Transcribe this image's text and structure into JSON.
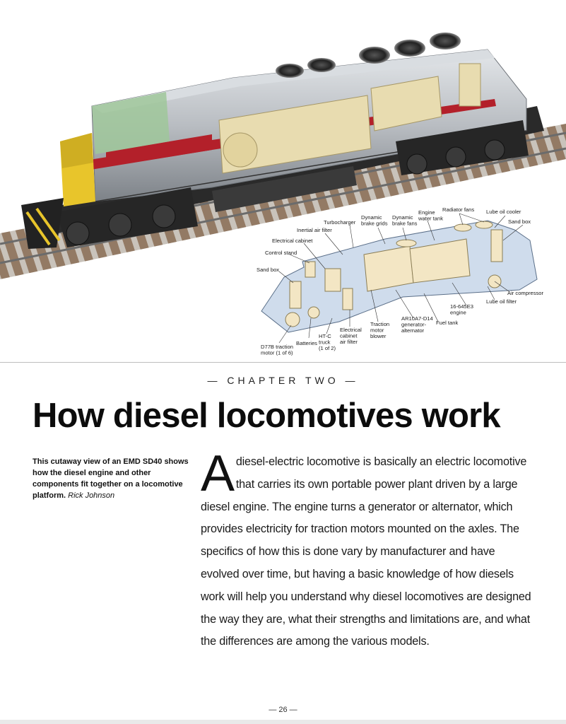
{
  "illustration": {
    "labels": {
      "turbocharger": "Turbocharger",
      "dynamic_brake_grids": [
        "Dynamic",
        "brake grids"
      ],
      "dynamic_brake_fans": [
        "Dynamic",
        "brake fans"
      ],
      "engine_water_tank": [
        "Engine",
        "water tank"
      ],
      "radiator_fans": "Radiator fans",
      "lube_oil_cooler": "Lube oil cooler",
      "sand_box_rear": "Sand box",
      "inertial_air_filter": "Inertial air filter",
      "electrical_cabinet": "Electrical cabinet",
      "control_stand": "Control stand",
      "sand_box_front": "Sand box",
      "air_compressor": "Air compressor",
      "lube_oil_filter": "Lube oil filter",
      "engine_model": [
        "16-645E3",
        "engine"
      ],
      "fuel_tank": "Fuel tank",
      "generator_alternator": [
        "AR10A7-D14",
        "generator-",
        "alternator"
      ],
      "traction_motor_blower": [
        "Traction",
        "motor",
        "blower"
      ],
      "electrical_cabinet_air_filter": [
        "Electrical",
        "cabinet",
        "air filter"
      ],
      "htc_truck": [
        "HT-C",
        "truck",
        "(1 of 2)"
      ],
      "batteries": "Batteries",
      "traction_motor": [
        "D77B traction",
        "motor (1 of 6)"
      ]
    }
  },
  "chapter": "— CHAPTER TWO —",
  "title": "How diesel locomotives work",
  "caption": {
    "text": "This cutaway view of an EMD SD40 shows how the diesel engine and other components fit together on a locomotive platform.",
    "credit": "Rick Johnson"
  },
  "body": {
    "drop_cap": "A",
    "text": "diesel-electric locomotive is basically an electric locomotive that carries its own portable power plant driven by a large diesel engine. The engine turns a generator or alternator, which provides electricity for traction motors mounted on the axles. The specifics of how this is done vary by manufacturer and have evolved over time, but having a basic knowledge of how diesels work will help you understand why diesel locomotives are designed the way they are, what their strengths and limitations are, and what the differences are among the various models."
  },
  "folio": "— 26 —",
  "colors": {
    "body_silver": "#b9bdc2",
    "stripe_red": "#b3202a",
    "nose_yellow": "#e8c52b",
    "cab_green": "#9fc79a",
    "component_cream": "#e8dcb0",
    "diagram_blue": "#cfdcec"
  }
}
